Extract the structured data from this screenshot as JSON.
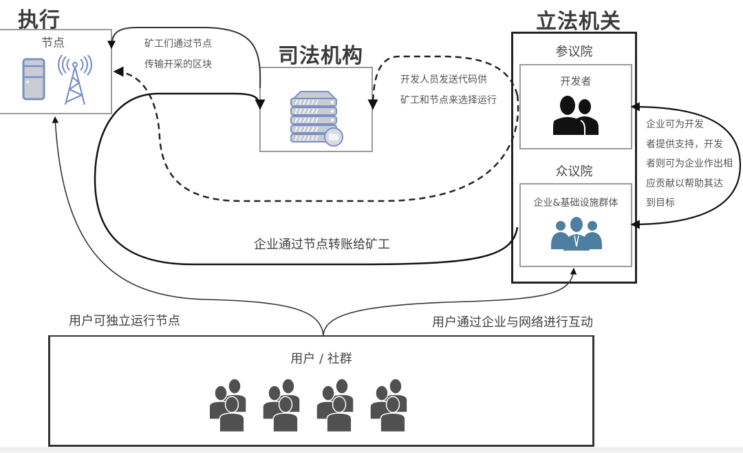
{
  "titles": {
    "executive": "执行",
    "judiciary": "司法机构",
    "legislature": "立法机关"
  },
  "nodes_box": {
    "label": "节点",
    "icons": [
      "server-tower-icon",
      "radio-tower-icon"
    ]
  },
  "judiciary_box": {
    "icon": "server-rack-icon"
  },
  "legislature": {
    "senate": {
      "label": "参议院",
      "inner_label": "开发者",
      "icon": "developers-icon"
    },
    "house": {
      "label": "众议院",
      "inner_label": "企业&基础设施群体",
      "icon": "business-group-icon"
    }
  },
  "users_box": {
    "label": "用户 / 社群",
    "icon": "crowd-icon",
    "group_count": 4
  },
  "annotations": {
    "miners_blocks": [
      "矿工们通过节点",
      "传输开采的区块"
    ],
    "dev_code": [
      "开发人员发送代码供",
      "矿工和节点来选择运行"
    ],
    "enterprise_dev": [
      "企业可为开发",
      "者提供支持，开发",
      "者则可为企业作出相",
      "应贡献以帮助其达",
      "到目标"
    ],
    "enterprise_pay": "企业通过节点转账给矿工",
    "users_run_nodes": "用户可独立运行节点",
    "users_interact": "用户通过企业与网络进行互动"
  },
  "colors": {
    "icon_blue": "#7b8fc4",
    "icon_gray": "#c9ccd3",
    "business_blue": "#4e7fa0",
    "crowd_gray": "#505050",
    "border_thin": "#9a9a9a",
    "border_thick": "#222222"
  }
}
